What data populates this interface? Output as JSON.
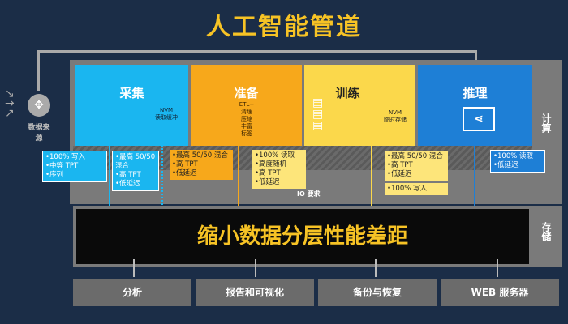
{
  "title": "人工智能管道",
  "source": {
    "label": "数据来源"
  },
  "stages": [
    {
      "name": "采集",
      "color": "#1ab6f0",
      "note": "NVM\n读取缓冲"
    },
    {
      "name": "准备",
      "color": "#f7a81b",
      "note": "ETL+\n清理\n压缩\n丰富\n标签"
    },
    {
      "name": "训练",
      "color": "#fbd84b",
      "note": "NVM\n临时存储"
    },
    {
      "name": "推理",
      "color": "#1e7fd6"
    }
  ],
  "compute_label": "计算",
  "storage_label": "存储",
  "io_label": "IO 要求",
  "callouts": [
    {
      "text": "•100% 写入\n•中等 TPT\n•序列"
    },
    {
      "text": "•最高 50/50\n混合\n•高 TPT\n•低延迟"
    },
    {
      "text": "•最高 50/50 混合\n•高 TPT\n•低延迟"
    },
    {
      "text": "•100% 读取\n•高度随机\n•高 TPT\n•低延迟"
    },
    {
      "text": "•最高 50/50 混合\n•高 TPT\n•低延迟"
    },
    {
      "text": "•100% 写入"
    },
    {
      "text": "•100% 读取\n•低延迟"
    }
  ],
  "storage_banner": "缩小数据分层性能差距",
  "bottom": [
    "分析",
    "报告和可视化",
    "备份与恢复",
    "WEB 服务器"
  ]
}
